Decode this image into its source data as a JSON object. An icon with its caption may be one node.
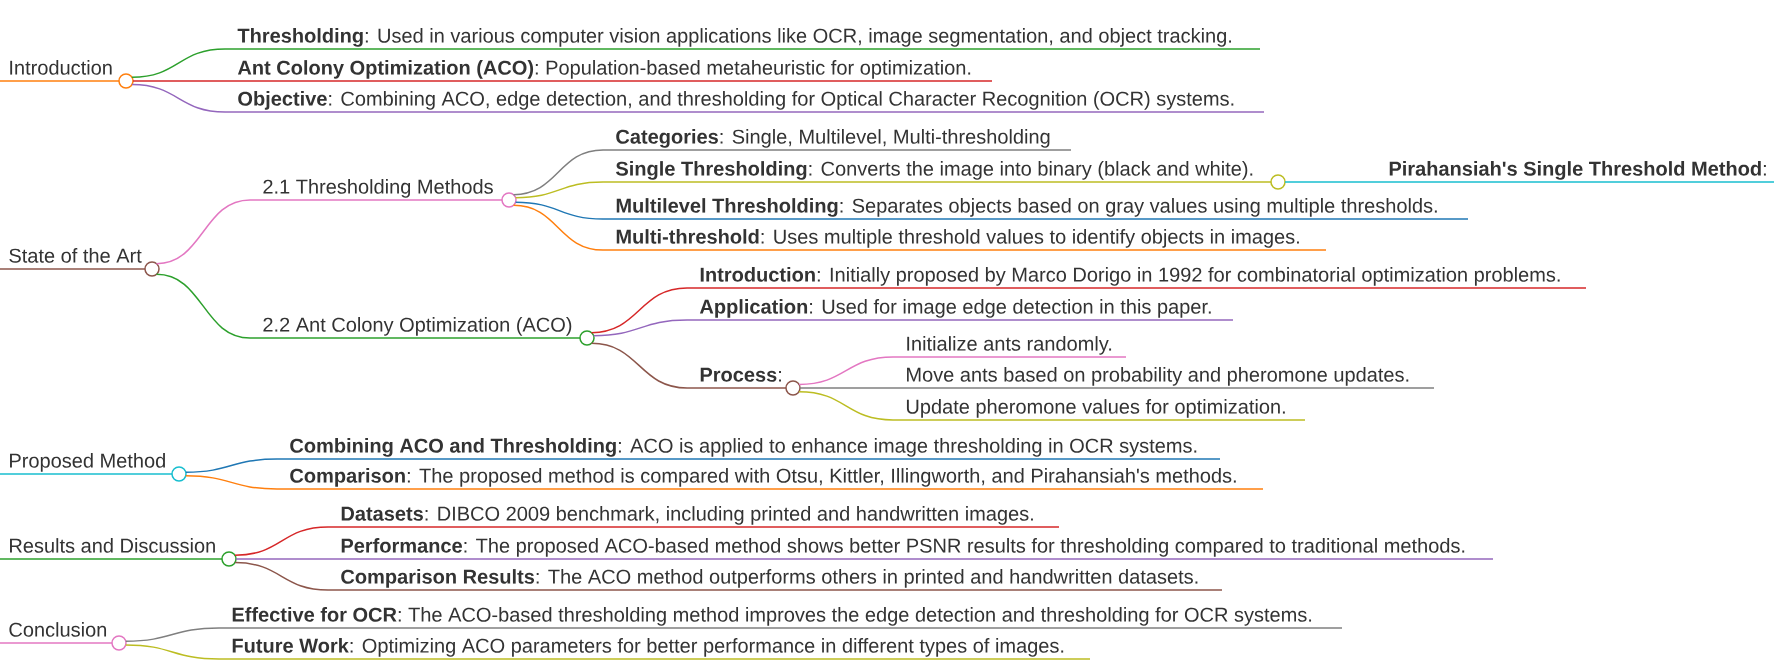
{
  "diagram": {
    "nodes": [
      {
        "text": [
          "Introduction"
        ]
      },
      {
        "text": [
          "**Thresholding**: Used in various computer vision applications like OCR, image segmentation, and object tracking."
        ]
      },
      {
        "text": [
          "**Ant Colony Optimization (ACO)**: Population-based metaheuristic for optimization."
        ]
      },
      {
        "text": [
          "**Objective**: Combining ACO, edge detection, and thresholding for Optical Character Recognition (OCR) systems."
        ]
      },
      {
        "text": [
          "State of the Art"
        ]
      },
      {
        "text": [
          "2.1 Thresholding Methods"
        ]
      },
      {
        "text": [
          "**Categories**: Single, Multilevel, Multi-thresholding"
        ]
      },
      {
        "text": [
          "**Single Thresholding**: Converts the image into binary (black and white)."
        ]
      },
      {
        "text": [
          "**Pirahansiah's Single Threshold Method**:"
        ]
      },
      {
        "text": [
          "**Multilevel Thresholding**: Separates objects based on gray values using multiple thresholds."
        ]
      },
      {
        "text": [
          "**Multi-threshold**: Uses multiple threshold values to identify objects in images."
        ]
      },
      {
        "text": [
          "2.2 Ant Colony Optimization (ACO)"
        ]
      },
      {
        "text": [
          "**Introduction**: Initially proposed by Marco Dorigo in 1992 for combinatorial optimization problems."
        ]
      },
      {
        "text": [
          "**Application**: Used for image edge detection in this paper."
        ]
      },
      {
        "text": [
          "**Process**:"
        ]
      },
      {
        "text": [
          "Initialize ants randomly."
        ]
      },
      {
        "text": [
          "Move ants based on probability and pheromone updates."
        ]
      },
      {
        "text": [
          "Update pheromone values for optimization."
        ]
      },
      {
        "text": [
          "Proposed Method"
        ]
      },
      {
        "text": [
          "**Combining ACO and Thresholding**: ACO is applied to enhance image thresholding in OCR systems."
        ]
      },
      {
        "text": [
          "**Comparison**: The proposed method is compared with Otsu, Kittler, Illingworth, and Pirahansiah's methods."
        ]
      },
      {
        "text": [
          "Results and Discussion"
        ]
      },
      {
        "text": [
          "**Datasets**: DIBCO 2009 benchmark, including printed and handwritten images."
        ]
      },
      {
        "text": [
          "**Performance**: The proposed ACO-based method shows better PSNR results for thresholding compared to traditional methods."
        ]
      },
      {
        "text": [
          "**Comparison Results**: The ACO method outperforms others in printed and handwritten datasets."
        ]
      },
      {
        "text": [
          "Conclusion"
        ]
      },
      {
        "text": [
          "**Effective for OCR**: The ACO-based thresholding method improves the edge detection and thresholding for OCR systems."
        ]
      },
      {
        "text": [
          "**Future Work**: Optimizing ACO parameters for better performance in different types of images."
        ]
      }
    ],
    "edges": [
      {
        "from": 0,
        "to": 1,
        "arrow": "none",
        "color": "#2ca02c"
      },
      {
        "from": 0,
        "to": 2,
        "arrow": "none",
        "color": "#d62728"
      },
      {
        "from": 0,
        "to": 3,
        "arrow": "none",
        "color": "#9467bd"
      },
      {
        "from": 4,
        "to": 5,
        "arrow": "none",
        "color": "#e377c2"
      },
      {
        "from": 4,
        "to": 11,
        "arrow": "none",
        "color": "#2ca02c"
      },
      {
        "from": 5,
        "to": 6,
        "arrow": "none",
        "color": "#7f7f7f"
      },
      {
        "from": 5,
        "to": 7,
        "arrow": "none",
        "color": "#bcbd22"
      },
      {
        "from": 5,
        "to": 9,
        "arrow": "none",
        "color": "#1f77b4"
      },
      {
        "from": 5,
        "to": 10,
        "arrow": "none",
        "color": "#ff7f0e"
      },
      {
        "from": 7,
        "to": 8,
        "arrow": "none",
        "color": "#17becf"
      },
      {
        "from": 11,
        "to": 12,
        "arrow": "none",
        "color": "#d62728"
      },
      {
        "from": 11,
        "to": 13,
        "arrow": "none",
        "color": "#9467bd"
      },
      {
        "from": 11,
        "to": 14,
        "arrow": "none",
        "color": "#8c564b"
      },
      {
        "from": 14,
        "to": 15,
        "arrow": "none",
        "color": "#e377c2"
      },
      {
        "from": 14,
        "to": 16,
        "arrow": "none",
        "color": "#7f7f7f"
      },
      {
        "from": 14,
        "to": 17,
        "arrow": "none",
        "color": "#bcbd22"
      },
      {
        "from": 18,
        "to": 19,
        "arrow": "none",
        "color": "#1f77b4"
      },
      {
        "from": 18,
        "to": 20,
        "arrow": "none",
        "color": "#ff7f0e"
      },
      {
        "from": 21,
        "to": 22,
        "arrow": "none",
        "color": "#d62728"
      },
      {
        "from": 21,
        "to": 23,
        "arrow": "none",
        "color": "#9467bd"
      },
      {
        "from": 21,
        "to": 24,
        "arrow": "none",
        "color": "#8c564b"
      },
      {
        "from": 25,
        "to": 26,
        "arrow": "none",
        "color": "#7f7f7f"
      },
      {
        "from": 25,
        "to": 27,
        "arrow": "none",
        "color": "#bcbd22"
      }
    ]
  }
}
